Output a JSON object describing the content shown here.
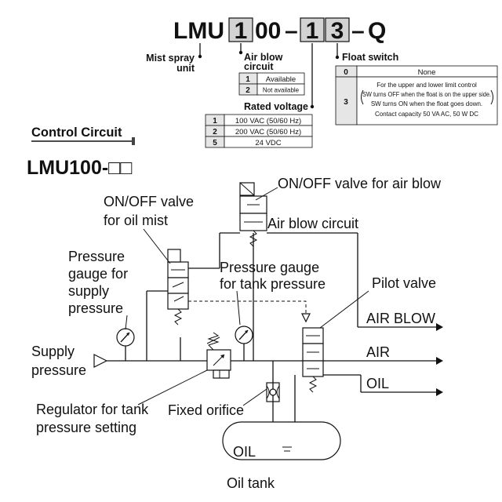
{
  "model_code": {
    "prefix": "LMU",
    "digit1": "1",
    "middle": "00",
    "dash1": "–",
    "digit2": "1",
    "digit3": "3",
    "dash2": "–",
    "suffix": "Q"
  },
  "code_labels": {
    "unit_line1": "Mist spray",
    "unit_line2": "unit",
    "air_blow_line1": "Air blow",
    "air_blow_line2": "circuit",
    "rated_voltage": "Rated voltage",
    "float_switch": "Float switch"
  },
  "air_blow_table": [
    {
      "code": "1",
      "desc": "Available"
    },
    {
      "code": "2",
      "desc": "Not available"
    }
  ],
  "voltage_table": [
    {
      "code": "1",
      "desc": "100 VAC (50/60 Hz)"
    },
    {
      "code": "2",
      "desc": "200 VAC (50/60 Hz)"
    },
    {
      "code": "5",
      "desc": "24 VDC"
    }
  ],
  "float_table": {
    "row0": {
      "code": "0",
      "desc": "None"
    },
    "row3": {
      "code": "3",
      "lines": [
        "For the upper and lower limit control",
        "SW turns OFF when the float is on the upper side.",
        "SW turns ON when the float goes down.",
        "Contact capacity 50 VA AC, 50 W DC"
      ]
    }
  },
  "section_title": "Control Circuit",
  "circuit_model": "LMU100-□□",
  "diagram_labels": {
    "onoff_air_blow": "ON/OFF valve for air blow",
    "onoff_oil_mist_1": "ON/OFF valve",
    "onoff_oil_mist_2": "for oil mist",
    "air_blow_circuit": "Air blow circuit",
    "pg_supply_1": "Pressure",
    "pg_supply_2": "gauge for",
    "pg_supply_3": "supply",
    "pg_supply_4": "pressure",
    "pg_tank_1": "Pressure gauge",
    "pg_tank_2": "for tank pressure",
    "pilot_valve": "Pilot valve",
    "air_blow_out": "AIR BLOW",
    "air_out": "AIR",
    "oil_out": "OIL",
    "supply_1": "Supply",
    "supply_2": "pressure",
    "regulator_1": "Regulator for tank",
    "regulator_2": "pressure setting",
    "fixed_orifice": "Fixed orifice",
    "oil_in_tank": "OIL",
    "oil_tank": "Oil tank"
  }
}
